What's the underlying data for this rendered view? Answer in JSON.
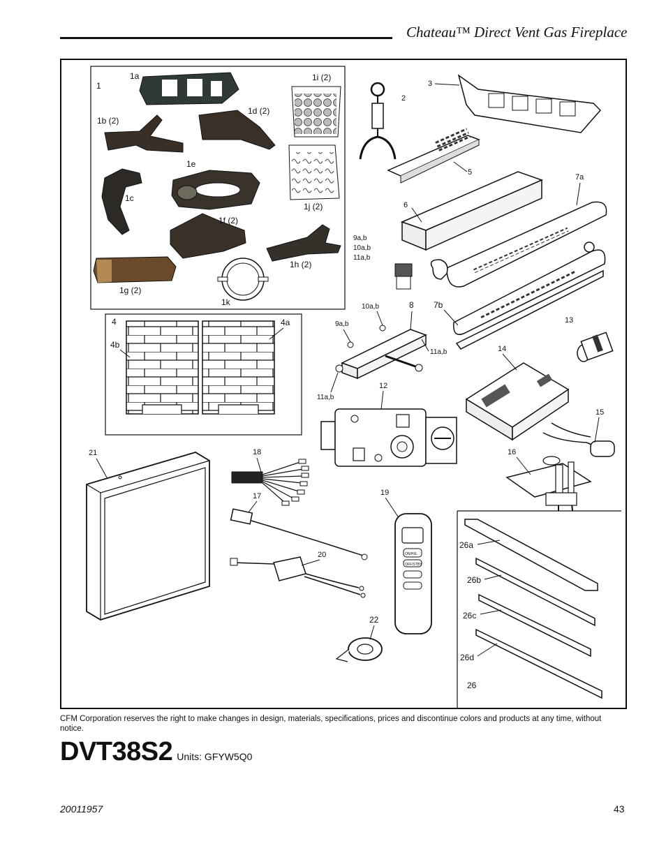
{
  "header": {
    "title": "Chateau™ Direct Vent Gas Fireplace"
  },
  "labels": {
    "l1": "1",
    "l1a": "1a",
    "l1b": "1b (2)",
    "l1c": "1c",
    "l1d": "1d (2)",
    "l1e": "1e",
    "l1f": "1f (2)",
    "l1g": "1g (2)",
    "l1h": "1h (2)",
    "l1i": "1i (2)",
    "l1j": "1j (2)",
    "l1k": "1k",
    "l2": "2",
    "l3": "3",
    "l4": "4",
    "l4a": "4a",
    "l4b": "4b",
    "l5": "5",
    "l6": "6",
    "l7a": "7a",
    "l7b": "7b",
    "l8": "8",
    "l9ab_a": "9a,b",
    "l10ab_a": "10a,b",
    "l11ab_a": "11a,b",
    "l10ab_b": "10a,b",
    "l9ab_b": "9a,b",
    "l11ab_b": "11a,b",
    "l11ab_c": "11a,b",
    "l12": "12",
    "l13": "13",
    "l14": "14",
    "l15": "15",
    "l16": "16",
    "l17": "17",
    "l18": "18",
    "l19": "19",
    "l20": "20",
    "l21": "21",
    "l22": "22",
    "l26a": "26a",
    "l26b": "26b",
    "l26c": "26c",
    "l26d": "26d",
    "l26": "26"
  },
  "remote": {
    "btn_on": "ON/HI/L",
    "btn_off": "OFF/STBY"
  },
  "footer": {
    "disclaimer": "CFM Corporation reserves the right to make changes in design, materials, specifications, prices and discontinue colors and products at any time, without notice.",
    "model": "DVT38S2",
    "units": "Units: GFYW5Q0",
    "doc_number": "20011957",
    "page_number": "43"
  }
}
